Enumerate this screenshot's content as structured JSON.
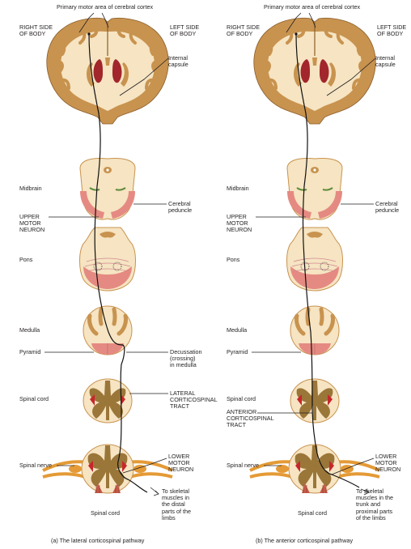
{
  "colors": {
    "gray_matter": "#c8934f",
    "white_matter": "#f6e4c2",
    "spinal_gray": "#9a7639",
    "nucleus_red": "#a2262b",
    "pink": "#e58a82",
    "nerve": "#e49a36",
    "tract_line": "#111111"
  },
  "panel_a": {
    "top_label": "Primary motor area of cerebral cortex",
    "right_side": "RIGHT SIDE\nOF BODY",
    "left_side": "LEFT SIDE\nOF BODY",
    "internal_capsule": "Internal\ncapsule",
    "midbrain": "Midbrain",
    "cerebral_peduncle": "Cerebral\npeduncle",
    "upper_motor_neuron": "UPPER\nMOTOR\nNEURON",
    "pons": "Pons",
    "medulla": "Medulla",
    "pyramid": "Pyramid",
    "decussation": "Decussation\n(crossing)\nin medulla",
    "spinal_cord_left": "Spinal cord",
    "tract": "LATERAL\nCORTICOSPINAL\nTRACT",
    "spinal_nerve": "Spinal nerve",
    "lower_motor_neuron": "LOWER\nMOTOR\nNEURON",
    "to_muscles": "To skeletal\nmuscles in\nthe distal\nparts of the\nlimbs",
    "spinal_cord_bottom": "Spinal cord",
    "caption": "(a) The lateral corticospinal pathway"
  },
  "panel_b": {
    "top_label": "Primary motor area of cerebral cortex",
    "right_side": "RIGHT SIDE\nOF BODY",
    "left_side": "LEFT SIDE\nOF BODY",
    "internal_capsule": "Internal\ncapsule",
    "midbrain": "Midbrain",
    "cerebral_peduncle": "Cerebral\npeduncle",
    "upper_motor_neuron": "UPPER\nMOTOR\nNEURON",
    "pons": "Pons",
    "medulla": "Medulla",
    "pyramid": "Pyramid",
    "spinal_cord_left": "Spinal cord",
    "tract": "ANTERIOR\nCORTICOSPINAL\nTRACT",
    "spinal_nerve": "Spinal nerve",
    "lower_motor_neuron": "LOWER\nMOTOR\nNEURON",
    "to_muscles": "To skeletal\nmuscles in the\ntrunk and\nproximal parts\nof the limbs",
    "spinal_cord_bottom": "Spinal cord",
    "caption": "(b) The anterior corticospinal pathway"
  }
}
